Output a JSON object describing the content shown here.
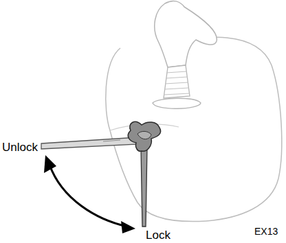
{
  "diagram": {
    "labels": [
      "Unlock",
      "Lock",
      "EX13"
    ]
  }
}
